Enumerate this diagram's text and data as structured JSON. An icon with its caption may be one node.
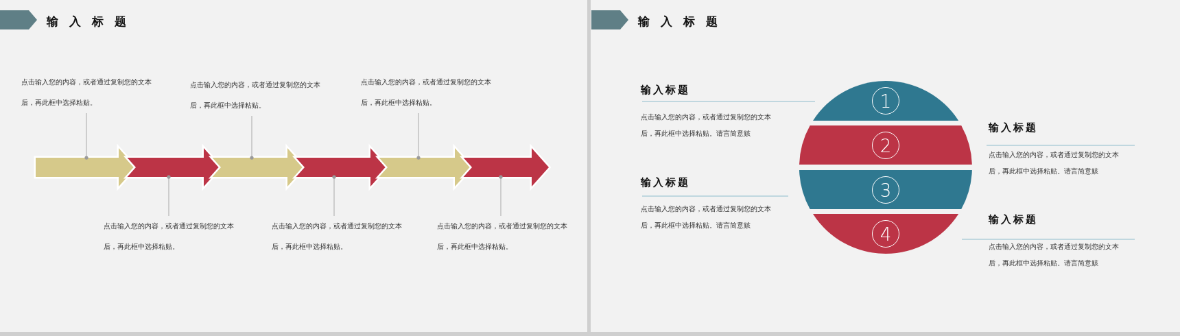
{
  "diagram": {
    "nodes": [
      {
        "text": [
          "点击输入您的内容，或者通过复制您的文本后，再此框中选择粘贴。"
        ]
      },
      {
        "text": [
          "点击输入您的内容，或者通过复制您的文本后，再此框中选择粘贴。"
        ]
      },
      {
        "text": [
          "点击输入您的内容，或者通过复制您的文本后，再此框中选择粘贴。"
        ]
      },
      {
        "text": [],
        "shape": "arrow"
      },
      {
        "text": [],
        "shape": "arrow"
      },
      {
        "text": [],
        "shape": "arrow"
      },
      {
        "text": [],
        "shape": "arrow"
      },
      {
        "text": [],
        "shape": "arrow"
      },
      {
        "text": [],
        "shape": "arrow"
      },
      {
        "text": [
          "点击输入您的内容，或者通过复制您的文本后，再此框中选择粘贴。"
        ]
      },
      {
        "text": [
          "点击输入您的内容，或者通过复制您的文本后，再此框中选择粘贴。"
        ]
      },
      {
        "text": [
          "点击输入您的内容，或者通过复制您的文本后，再此框中选择粘贴。"
        ]
      },
      {
        "text": [
          "1"
        ]
      },
      {
        "text": [
          "2"
        ]
      },
      {
        "text": [
          "3"
        ]
      },
      {
        "text": [
          "4"
        ]
      }
    ],
    "edges": [
      {
        "from": 0,
        "to": 3,
        "arrow": "other"
      },
      {
        "from": 1,
        "to": 5,
        "arrow": "other"
      },
      {
        "from": 2,
        "to": 7,
        "arrow": "other"
      },
      {
        "from": 9,
        "to": 4,
        "arrow": "other"
      },
      {
        "from": 10,
        "to": 6,
        "arrow": "other"
      },
      {
        "from": 11,
        "to": 8,
        "arrow": "other"
      }
    ],
    "labels": [
      "输入标题",
      "输入标题",
      "输入标题",
      "点击输入您的内容，或者通过复制您的文本后，再此框中选择粘贴。请言简意赅",
      "输入标题",
      "点击输入您的内容，或者通过复制您的文本后，再此框中选择粘贴。请言简意赅",
      "输入标题",
      "点击输入您的内容，或者通过复制您的文本后，再此框中选择粘贴。请言简意赅",
      "输入标题",
      "点击输入您的内容，或者通过复制您的文本后，再此框中选择粘贴。请言简意赅"
    ]
  }
}
